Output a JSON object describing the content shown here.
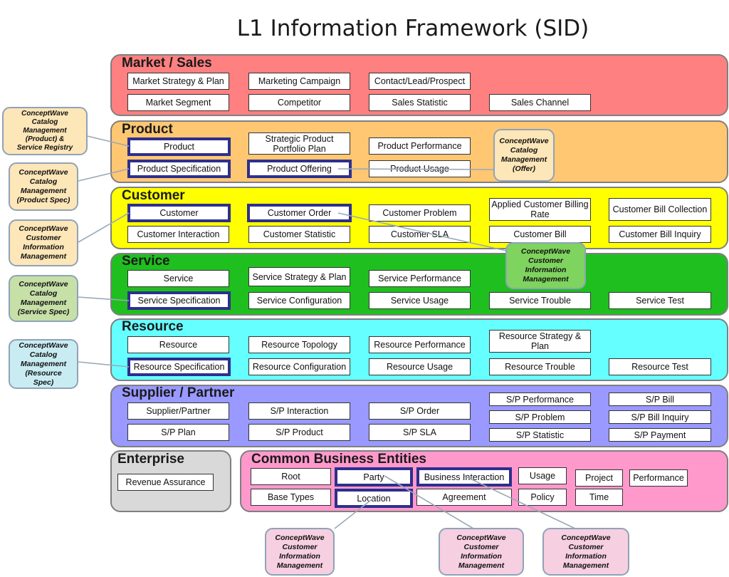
{
  "title": "L1 Information Framework (SID)",
  "domains": {
    "market": "Market / Sales",
    "product": "Product",
    "customer": "Customer",
    "service": "Service",
    "resource": "Resource",
    "supplier": "Supplier / Partner",
    "enterprise": "Enterprise",
    "common": "Common Business Entities"
  },
  "colors": {
    "market": "#ff8080",
    "product": "#ffc772",
    "customer": "#ffff00",
    "service": "#1fbf1f",
    "resource": "#66ffff",
    "supplier": "#9999ff",
    "enterprise": "#d9d9d9",
    "common": "#ff99cc",
    "highlight_border": "#2e2f8c"
  },
  "entities": {
    "market_strategy": "Market Strategy & Plan",
    "marketing_campaign": "Marketing Campaign",
    "contact_lead": "Contact/Lead/Prospect",
    "market_segment": "Market Segment",
    "competitor": "Competitor",
    "sales_statistic": "Sales Statistic",
    "sales_channel": "Sales Channel",
    "product": "Product",
    "strategic_product": "Strategic Product Portfolio Plan",
    "product_performance": "Product Performance",
    "product_spec": "Product Specification",
    "product_offering": "Product Offering",
    "product_usage": "Product Usage",
    "customer": "Customer",
    "customer_order": "Customer Order",
    "customer_problem": "Customer Problem",
    "applied_billing_rate": "Applied Customer Billing Rate",
    "customer_bill_collection": "Customer Bill Collection",
    "customer_interaction": "Customer Interaction",
    "customer_statistic": "Customer Statistic",
    "customer_sla": "Customer SLA",
    "customer_bill": "Customer Bill",
    "customer_bill_inquiry": "Customer Bill Inquiry",
    "service": "Service",
    "service_strategy": "Service Strategy & Plan",
    "service_performance": "Service Performance",
    "service_spec": "Service Specification",
    "service_config": "Service Configuration",
    "service_usage": "Service Usage",
    "service_trouble": "Service Trouble",
    "service_test": "Service Test",
    "resource": "Resource",
    "resource_topology": "Resource Topology",
    "resource_performance": "Resource Performance",
    "resource_strategy": "Resource Strategy & Plan",
    "resource_spec": "Resource Specification",
    "resource_config": "Resource Configuration",
    "resource_usage": "Resource Usage",
    "resource_trouble": "Resource Trouble",
    "resource_test": "Resource Test",
    "sp_performance": "S/P Performance",
    "sp_bill": "S/P Bill",
    "supplier_partner": "Supplier/Partner",
    "sp_interaction": "S/P Interaction",
    "sp_order": "S/P Order",
    "sp_problem": "S/P Problem",
    "sp_bill_inquiry": "S/P Bill Inquiry",
    "sp_plan": "S/P Plan",
    "sp_product": "S/P Product",
    "sp_sla": "S/P SLA",
    "sp_statistic": "S/P Statistic",
    "sp_payment": "S/P Payment",
    "revenue_assurance": "Revenue Assurance",
    "root": "Root",
    "party": "Party",
    "business_interaction": "Business Interaction",
    "usage": "Usage",
    "project": "Project",
    "performance": "Performance",
    "base_types": "Base Types",
    "location": "Location",
    "agreement": "Agreement",
    "policy": "Policy",
    "time": "Time"
  },
  "callouts": {
    "product_registry": "ConceptWave\nCatalog\nManagement\n(Product) &\nService Registry",
    "product_spec": "ConceptWave\nCatalog\nManagement\n(Product Spec)",
    "customer_info_left": "ConceptWave\nCustomer\nInformation\nManagement",
    "service_spec": "ConceptWave\nCatalog\nManagement\n(Service Spec)",
    "resource_spec": "ConceptWave\nCatalog\nManagement\n(Resource\nSpec)",
    "offer": "ConceptWave\nCatalog\nManagement\n(Offer)",
    "customer_info_mid": "ConceptWave\nCustomer\nInformation\nManagement",
    "cim_location": "ConceptWave\nCustomer\nInformation\nManagement",
    "cim_party": "ConceptWave\nCustomer\nInformation\nManagement",
    "cim_business": "ConceptWave\nCustomer\nInformation\nManagement"
  }
}
